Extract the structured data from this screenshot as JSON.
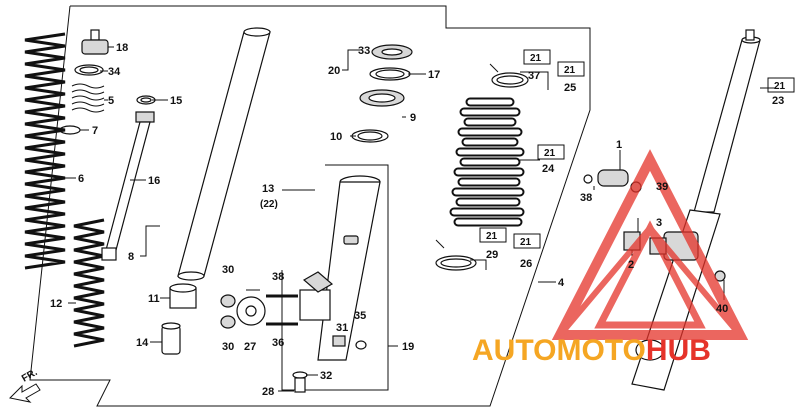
{
  "labels": {
    "l18": "18",
    "l34": "34",
    "l5": "5",
    "l7": "7",
    "l6": "6",
    "l12": "12",
    "l15": "15",
    "l16": "16",
    "l8": "8",
    "l11": "11",
    "l14": "14",
    "l33": "33",
    "l20": "20",
    "l17": "17",
    "l9": "9",
    "l10": "10",
    "l13": "13",
    "l22": "(22)",
    "l30a": "30",
    "l38a": "38",
    "l30b": "30",
    "l27": "27",
    "l36": "36",
    "l31": "31",
    "l35": "35",
    "l19": "19",
    "l32": "32",
    "l28": "28",
    "l21a": "21",
    "l37": "37",
    "l21b": "21",
    "l25": "25",
    "l21c": "21",
    "l24": "24",
    "l21d": "21",
    "l21e": "21",
    "l29": "29",
    "l26": "26",
    "l4": "4",
    "l1": "1",
    "l38b": "38",
    "l39": "39",
    "l3": "3",
    "l2": "2",
    "l40": "40",
    "l21f": "21",
    "l23": "23"
  },
  "direction": {
    "text": "FR."
  },
  "watermark": {
    "part1": "AUTO",
    "part2": "MOTO",
    "part3": "HUB"
  },
  "colors": {
    "watermark_red": "#e5332a",
    "watermark_orange": "#f5a623",
    "ink": "#111111"
  }
}
